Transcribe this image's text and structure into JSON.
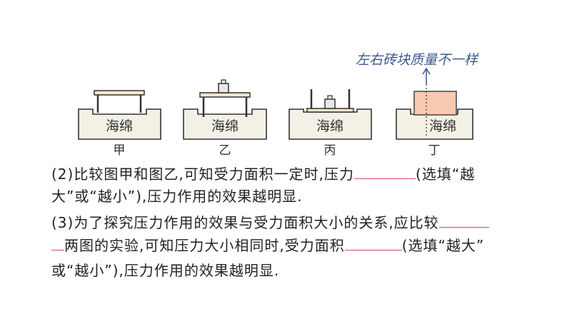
{
  "figure": {
    "annotation": "左右砖块质量不一样",
    "sponge_label": "海绵",
    "captions": [
      "甲",
      "乙",
      "丙",
      "丁"
    ]
  },
  "question2": {
    "line1_a": "(2)比较图甲和图乙,可知受力面积一定时,压力",
    "line1_b": "(选填“越",
    "line2": "大”或“越小”),压力作用的效果越明显."
  },
  "question3": {
    "line1": "(3)为了探究压力作用的效果与受力面积大小的关系,应比较",
    "line2_a": "两图的实验,可知压力大小相同时,受力面积",
    "line2_b": "(选填“越大”",
    "line3": "或“越小”),压力作用的效果越明显."
  },
  "colors": {
    "sponge_fill": "#f3f0e6",
    "table_fill": "#f5e6cc",
    "brick_fill": "#f6c9b0",
    "blank_line": "#d9467a",
    "annotation_text": "#3a5a8c"
  }
}
